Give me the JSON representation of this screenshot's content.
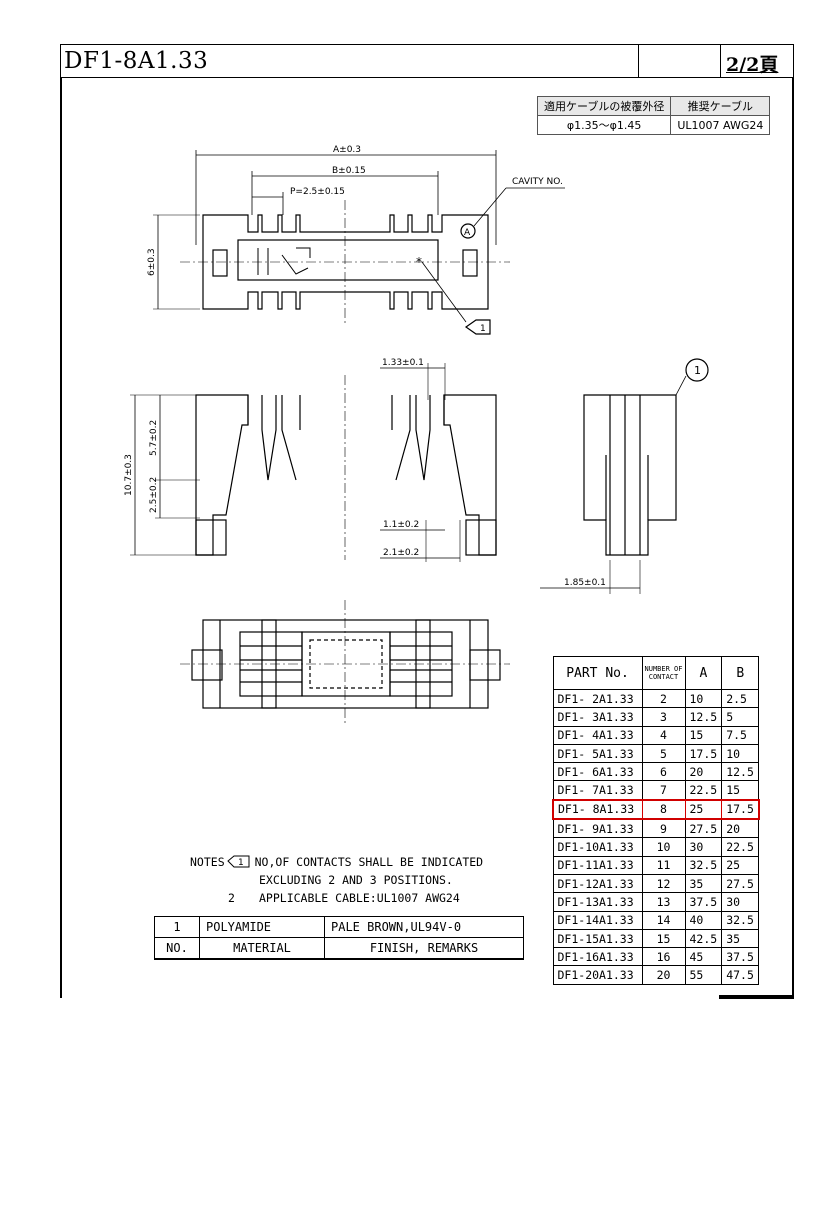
{
  "header": {
    "title": "DF1-8A1.33",
    "page": "2/2頁"
  },
  "cable_spec": {
    "col1_header": "適用ケーブルの被覆外径",
    "col2_header": "推奨ケーブル",
    "col1_value": "φ1.35〜φ1.45",
    "col2_value": "UL1007 AWG24"
  },
  "dimensions": {
    "a": "A±0.3",
    "b": "B±0.15",
    "p": "P=2.5±0.15",
    "cavity": "CAVITY NO.",
    "h6": "6±0.3",
    "w133": "1.33±0.1",
    "h57": "5.7±0.2",
    "h107": "10.7±0.3",
    "h25": "2.5±0.2",
    "w11": "1.1±0.2",
    "w21": "2.1±0.2",
    "w185": "1.85±0.1",
    "callout_1": "1",
    "mark_a": "A",
    "star": "*"
  },
  "notes": {
    "label": "NOTES",
    "n1_marker": "1",
    "n1_line1": "NO,OF CONTACTS SHALL BE INDICATED",
    "n1_line2": "EXCLUDING 2 AND 3 POSITIONS.",
    "n2_marker": "2",
    "n2_line": "APPLICABLE CABLE:UL1007 AWG24"
  },
  "material_table": {
    "row1": {
      "no": "1",
      "material": "POLYAMIDE",
      "finish": "PALE BROWN,UL94V-0"
    },
    "header": {
      "no": "NO.",
      "material": "MATERIAL",
      "finish": "FINISH, REMARKS"
    }
  },
  "part_table": {
    "headers": {
      "part": "PART No.",
      "contacts": "NUMBER OF CONTACT",
      "a": "A",
      "b": "B"
    },
    "rows": [
      {
        "part": "DF1- 2A1.33",
        "n": "2",
        "a": "10",
        "b": "2.5"
      },
      {
        "part": "DF1- 3A1.33",
        "n": "3",
        "a": "12.5",
        "b": "5"
      },
      {
        "part": "DF1- 4A1.33",
        "n": "4",
        "a": "15",
        "b": "7.5"
      },
      {
        "part": "DF1- 5A1.33",
        "n": "5",
        "a": "17.5",
        "b": "10"
      },
      {
        "part": "DF1- 6A1.33",
        "n": "6",
        "a": "20",
        "b": "12.5"
      },
      {
        "part": "DF1- 7A1.33",
        "n": "7",
        "a": "22.5",
        "b": "15"
      },
      {
        "part": "DF1- 8A1.33",
        "n": "8",
        "a": "25",
        "b": "17.5"
      },
      {
        "part": "DF1- 9A1.33",
        "n": "9",
        "a": "27.5",
        "b": "20"
      },
      {
        "part": "DF1-10A1.33",
        "n": "10",
        "a": "30",
        "b": "22.5"
      },
      {
        "part": "DF1-11A1.33",
        "n": "11",
        "a": "32.5",
        "b": "25"
      },
      {
        "part": "DF1-12A1.33",
        "n": "12",
        "a": "35",
        "b": "27.5"
      },
      {
        "part": "DF1-13A1.33",
        "n": "13",
        "a": "37.5",
        "b": "30"
      },
      {
        "part": "DF1-14A1.33",
        "n": "14",
        "a": "40",
        "b": "32.5"
      },
      {
        "part": "DF1-15A1.33",
        "n": "15",
        "a": "42.5",
        "b": "35"
      },
      {
        "part": "DF1-16A1.33",
        "n": "16",
        "a": "45",
        "b": "37.5"
      },
      {
        "part": "DF1-20A1.33",
        "n": "20",
        "a": "55",
        "b": "47.5"
      }
    ],
    "highlight_color": "#d00000"
  }
}
